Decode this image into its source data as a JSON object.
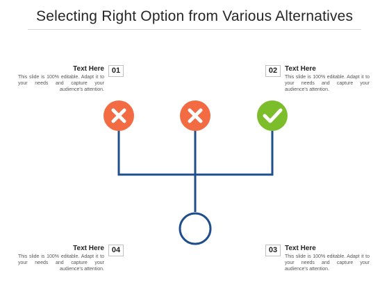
{
  "title": "Selecting Right Option from Various Alternatives",
  "blocks": [
    {
      "number": "01",
      "heading": "Text Here",
      "body": "This slide is 100% editable. Adapt it to your needs and capture your audience's attention."
    },
    {
      "number": "02",
      "heading": "Text Here",
      "body": "This slide is 100% editable. Adapt it to your needs and capture your audience's attention."
    },
    {
      "number": "03",
      "heading": "Text Here",
      "body": "This slide is 100% editable. Adapt it to your needs and capture your audience's attention."
    },
    {
      "number": "04",
      "heading": "Text Here",
      "body": "This slide is 100% editable. Adapt it to your needs and capture your audience's attention."
    }
  ],
  "options": [
    {
      "status": "rejected",
      "icon": "cross-icon",
      "color": "#f26b43"
    },
    {
      "status": "rejected",
      "icon": "cross-icon",
      "color": "#f26b43"
    },
    {
      "status": "selected",
      "icon": "check-icon",
      "color": "#7cbd2b"
    }
  ],
  "colors": {
    "connector": "#1f4e8c",
    "cross": "#f26b43",
    "check": "#7cbd2b"
  }
}
